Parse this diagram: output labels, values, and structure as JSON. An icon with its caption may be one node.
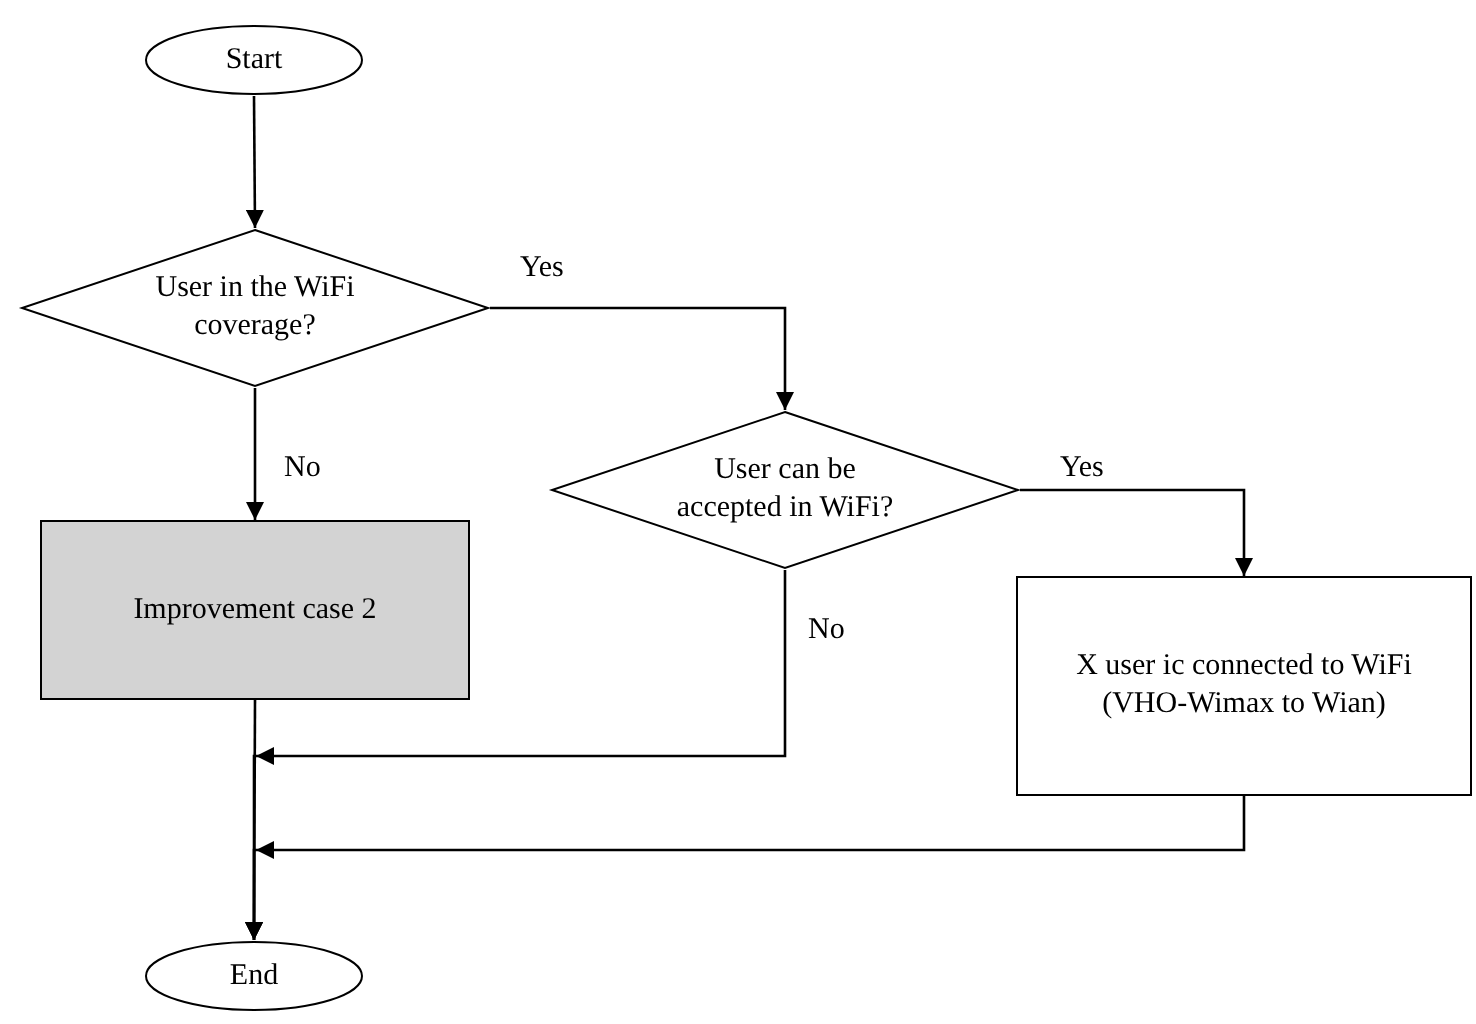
{
  "diagram": {
    "nodes": [
      {
        "text": [
          "Start"
        ]
      },
      {
        "text": [
          "User in the WiFi coverage?"
        ]
      },
      {
        "text": [
          "User can be accepted in WiFi?"
        ]
      },
      {
        "text": [
          "Improvement case 2"
        ]
      },
      {
        "text": [
          "X user ic connected to WiFi (VHO-Wimax to Wian)"
        ]
      },
      {
        "text": [
          "End"
        ]
      }
    ],
    "edges": [
      {
        "from": 0,
        "to": 1,
        "arrow": "to"
      },
      {
        "from": 1,
        "to": 2,
        "arrow": "to",
        "label": "Yes"
      },
      {
        "from": 1,
        "to": 3,
        "arrow": "to",
        "label": "No"
      },
      {
        "from": 2,
        "to": 4,
        "arrow": "to",
        "label": "Yes"
      },
      {
        "from": 2,
        "to": 5,
        "arrow": "to",
        "label": "No"
      },
      {
        "from": 3,
        "to": 5,
        "arrow": "to"
      },
      {
        "from": 4,
        "to": 5,
        "arrow": "to"
      }
    ]
  }
}
